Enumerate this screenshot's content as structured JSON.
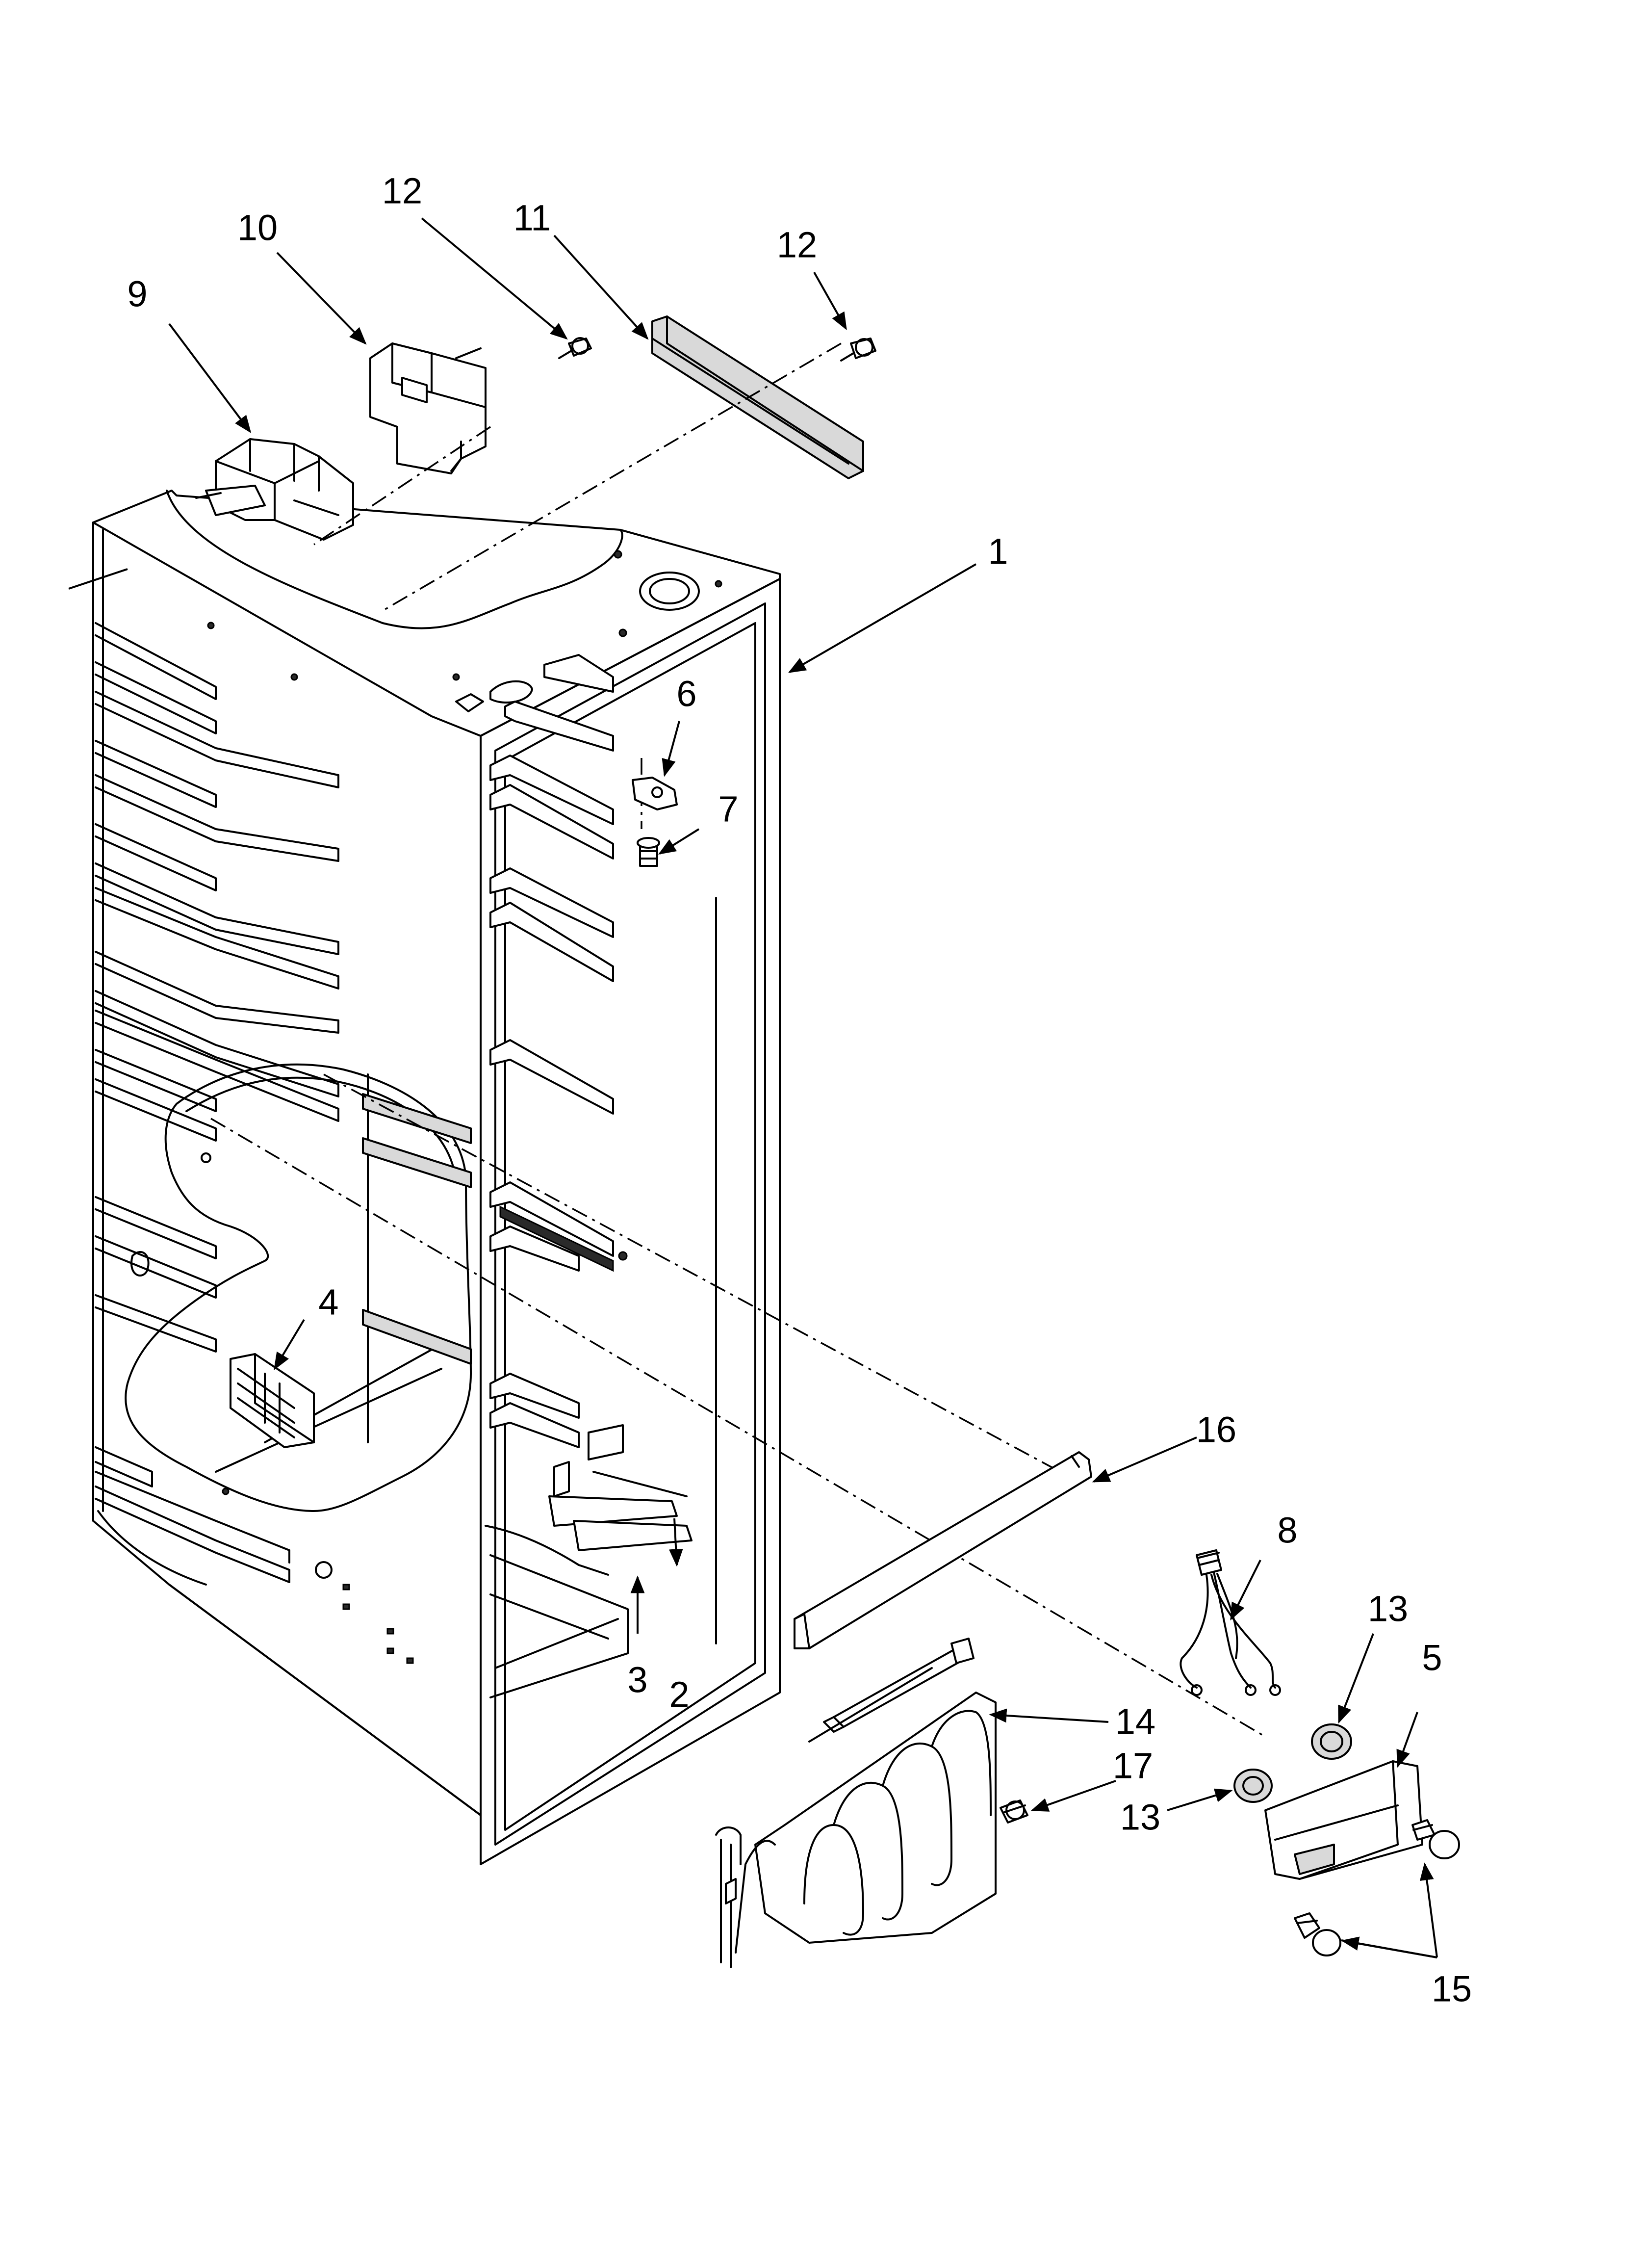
{
  "diagram": {
    "callouts": [
      {
        "id": "c1",
        "label": "1"
      },
      {
        "id": "c2",
        "label": "2"
      },
      {
        "id": "c3",
        "label": "3"
      },
      {
        "id": "c4",
        "label": "4"
      },
      {
        "id": "c5",
        "label": "5"
      },
      {
        "id": "c6",
        "label": "6"
      },
      {
        "id": "c7",
        "label": "7"
      },
      {
        "id": "c8",
        "label": "8"
      },
      {
        "id": "c9",
        "label": "9"
      },
      {
        "id": "c10",
        "label": "10"
      },
      {
        "id": "c11",
        "label": "11"
      },
      {
        "id": "c12a",
        "label": "12"
      },
      {
        "id": "c12b",
        "label": "12"
      },
      {
        "id": "c13a",
        "label": "13"
      },
      {
        "id": "c13b",
        "label": "13"
      },
      {
        "id": "c14",
        "label": "14"
      },
      {
        "id": "c15",
        "label": "15"
      },
      {
        "id": "c16",
        "label": "16"
      },
      {
        "id": "c17",
        "label": "17"
      }
    ]
  }
}
